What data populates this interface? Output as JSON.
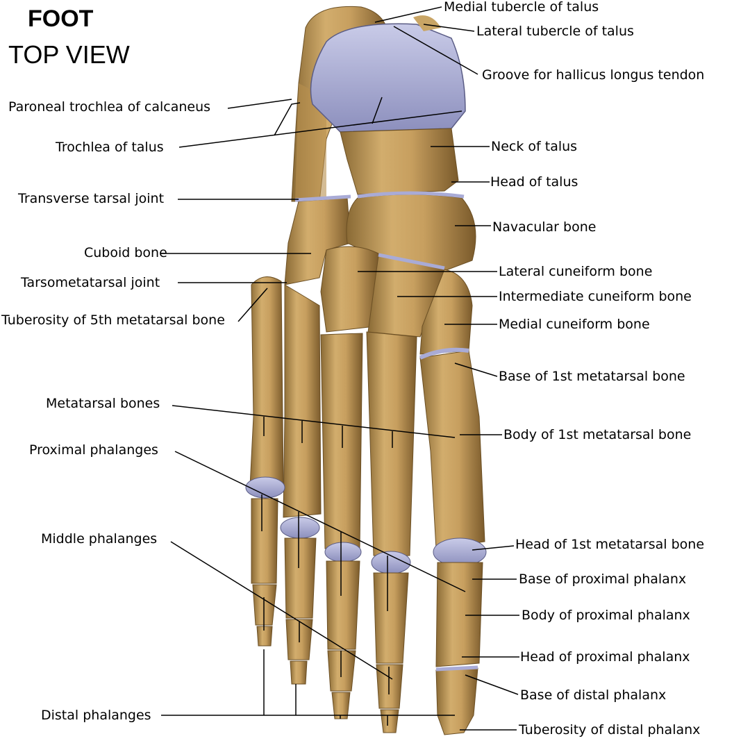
{
  "title": {
    "line1": "FOOT",
    "line2": "TOP VIEW"
  },
  "labels": {
    "medial_tubercle_talus": "Medial tubercle of talus",
    "lateral_tubercle_talus": "Lateral tubercle of talus",
    "groove_hallicus": "Groove for hallicus longus tendon",
    "paroneal_trochlea": "Paroneal trochlea of calcaneus",
    "trochlea_talus": "Trochlea of talus",
    "neck_talus": "Neck of talus",
    "head_talus": "Head of talus",
    "transverse_tarsal": "Transverse tarsal joint",
    "navacular": "Navacular bone",
    "cuboid": "Cuboid bone",
    "lateral_cuneiform": "Lateral cuneiform bone",
    "tarsometatarsal": "Tarsometatarsal joint",
    "intermediate_cuneiform": "Intermediate cuneiform bone",
    "tuberosity_5th": "Tuberosity of 5th metatarsal bone",
    "medial_cuneiform": "Medial cuneiform bone",
    "base_1st_meta": "Base of 1st metatarsal bone",
    "metatarsal_bones": "Metatarsal bones",
    "body_1st_meta": "Body of 1st metatarsal bone",
    "proximal_phalanges": "Proximal phalanges",
    "head_1st_meta": "Head of 1st metatarsal bone",
    "middle_phalanges": "Middle phalanges",
    "base_prox_phalanx": "Base of proximal phalanx",
    "body_prox_phalanx": "Body of proximal phalanx",
    "head_prox_phalanx": "Head of proximal phalanx",
    "base_distal_phalanx": "Base of distal phalanx",
    "distal_phalanges": "Distal phalanges",
    "tuberosity_distal_phalanx": "Tuberosity of distal phalanx"
  }
}
